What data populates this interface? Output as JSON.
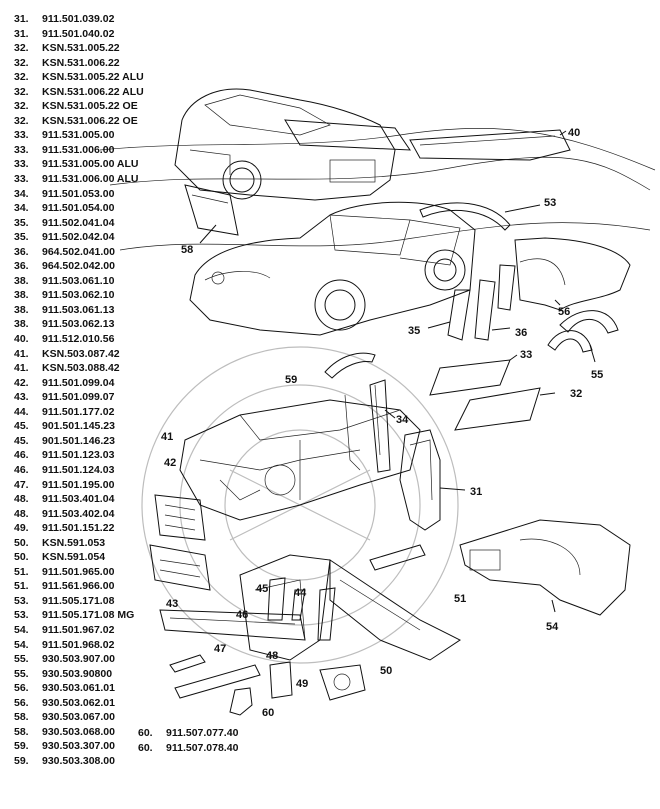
{
  "parts_list": [
    {
      "num": "31.",
      "part": "911.501.039.02"
    },
    {
      "num": "31.",
      "part": "911.501.040.02"
    },
    {
      "num": "32.",
      "part": "KSN.531.005.22"
    },
    {
      "num": "32.",
      "part": "KSN.531.006.22"
    },
    {
      "num": "32.",
      "part": "KSN.531.005.22 ALU"
    },
    {
      "num": "32.",
      "part": "KSN.531.006.22 ALU"
    },
    {
      "num": "32.",
      "part": "KSN.531.005.22 OE"
    },
    {
      "num": "32.",
      "part": "KSN.531.006.22 OE"
    },
    {
      "num": "33.",
      "part": "911.531.005.00"
    },
    {
      "num": "33.",
      "part": "911.531.006.00"
    },
    {
      "num": "33.",
      "part": "911.531.005.00 ALU"
    },
    {
      "num": "33.",
      "part": "911.531.006.00 ALU"
    },
    {
      "num": "34.",
      "part": "911.501.053.00"
    },
    {
      "num": "34.",
      "part": "911.501.054.00"
    },
    {
      "num": "35.",
      "part": "911.502.041.04"
    },
    {
      "num": "35.",
      "part": "911.502.042.04"
    },
    {
      "num": "36.",
      "part": "964.502.041.00"
    },
    {
      "num": "36.",
      "part": "964.502.042.00"
    },
    {
      "num": "38.",
      "part": "911.503.061.10"
    },
    {
      "num": "38.",
      "part": "911.503.062.10"
    },
    {
      "num": "38.",
      "part": "911.503.061.13"
    },
    {
      "num": "38.",
      "part": "911.503.062.13"
    },
    {
      "num": "40.",
      "part": "911.512.010.56"
    },
    {
      "num": "41.",
      "part": "KSN.503.087.42"
    },
    {
      "num": "41.",
      "part": "KSN.503.088.42"
    },
    {
      "num": "42.",
      "part": "911.501.099.04"
    },
    {
      "num": "43.",
      "part": "911.501.099.07"
    },
    {
      "num": "44.",
      "part": "911.501.177.02"
    },
    {
      "num": "45.",
      "part": "901.501.145.23"
    },
    {
      "num": "45.",
      "part": "901.501.146.23"
    },
    {
      "num": "46.",
      "part": "911.501.123.03"
    },
    {
      "num": "46.",
      "part": "911.501.124.03"
    },
    {
      "num": "47.",
      "part": "911.501.195.00"
    },
    {
      "num": "48.",
      "part": "911.503.401.04"
    },
    {
      "num": "48.",
      "part": "911.503.402.04"
    },
    {
      "num": "49.",
      "part": "911.501.151.22"
    },
    {
      "num": "50.",
      "part": "KSN.591.053"
    },
    {
      "num": "50.",
      "part": "KSN.591.054"
    },
    {
      "num": "51.",
      "part": "911.501.965.00"
    },
    {
      "num": "51.",
      "part": "911.561.966.00"
    },
    {
      "num": "53.",
      "part": "911.505.171.08"
    },
    {
      "num": "53.",
      "part": "911.505.171.08 MG"
    },
    {
      "num": "54.",
      "part": "911.501.967.02"
    },
    {
      "num": "54.",
      "part": "911.501.968.02"
    },
    {
      "num": "55.",
      "part": "930.503.907.00"
    },
    {
      "num": "55.",
      "part": "930.503.90800"
    },
    {
      "num": "56.",
      "part": "930.503.061.01"
    },
    {
      "num": "56.",
      "part": "930.503.062.01"
    },
    {
      "num": "58.",
      "part": "930.503.067.00"
    },
    {
      "num": "58.",
      "part": "930.503.068.00"
    },
    {
      "num": "59.",
      "part": "930.503.307.00"
    },
    {
      "num": "59.",
      "part": "930.503.308.00"
    }
  ],
  "parts_list_2": [
    {
      "num": "60.",
      "part": "911.507.077.40"
    },
    {
      "num": "60.",
      "part": "911.507.078.40"
    }
  ],
  "callouts": {
    "c31": "31",
    "c32": "32",
    "c33": "33",
    "c34": "34",
    "c35": "35",
    "c36": "36",
    "c40": "40",
    "c41": "41",
    "c42": "42",
    "c43": "43",
    "c44": "44",
    "c45": "45",
    "c46": "46",
    "c47": "47",
    "c48": "48",
    "c49": "49",
    "c50": "50",
    "c51": "51",
    "c53": "53",
    "c54": "54",
    "c55": "55",
    "c56": "56",
    "c58": "58",
    "c59": "59",
    "c60": "60"
  }
}
